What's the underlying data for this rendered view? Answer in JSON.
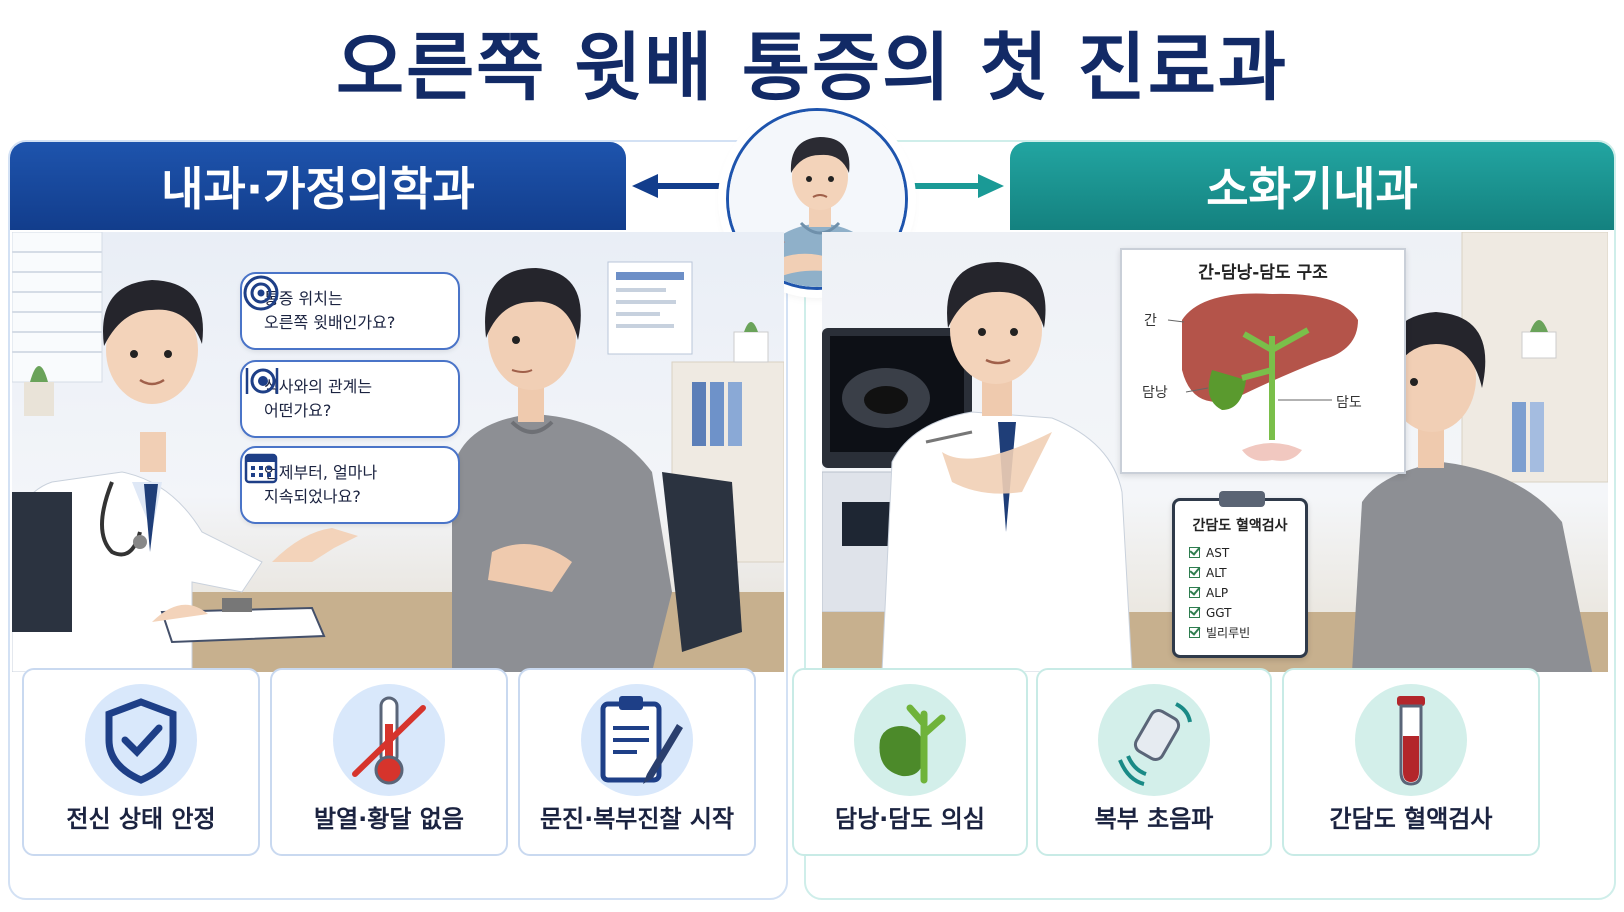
{
  "title": "오른쪽 윗배 통증의 첫 진료과",
  "left": {
    "tab": "내과·가정의학과",
    "bubbles": [
      {
        "icon": "target-icon",
        "text": "통증 위치는\n오른쪽 윗배인가요?"
      },
      {
        "icon": "meal-icon",
        "text": "식사와의 관계는\n어떤가요?"
      },
      {
        "icon": "calendar-icon",
        "text": "언제부터, 얼마나\n지속되었나요?"
      }
    ],
    "cards": [
      {
        "icon": "shield-check-icon",
        "label": "전신 상태 안정"
      },
      {
        "icon": "thermometer-crossed-icon",
        "label": "발열·황달 없음"
      },
      {
        "icon": "clipboard-pen-icon",
        "label": "문진·복부진찰 시작"
      }
    ]
  },
  "right": {
    "tab": "소화기내과",
    "board": {
      "title": "간-담낭-담도 구조",
      "labels": {
        "liver": "간",
        "gallbladder": "담낭",
        "bile_duct": "담도"
      }
    },
    "clipboard": {
      "title": "간담도 혈액검사",
      "items": [
        "AST",
        "ALT",
        "ALP",
        "GGT",
        "빌리루빈"
      ]
    },
    "cards": [
      {
        "icon": "gallbladder-icon",
        "label": "담낭·담도 의심"
      },
      {
        "icon": "ultrasound-probe-icon",
        "label": "복부 초음파"
      },
      {
        "icon": "test-tube-icon",
        "label": "간담도 혈액검사"
      }
    ]
  },
  "colors": {
    "navy": "#123d8c",
    "teal": "#1a9a96",
    "title": "#122a66"
  }
}
